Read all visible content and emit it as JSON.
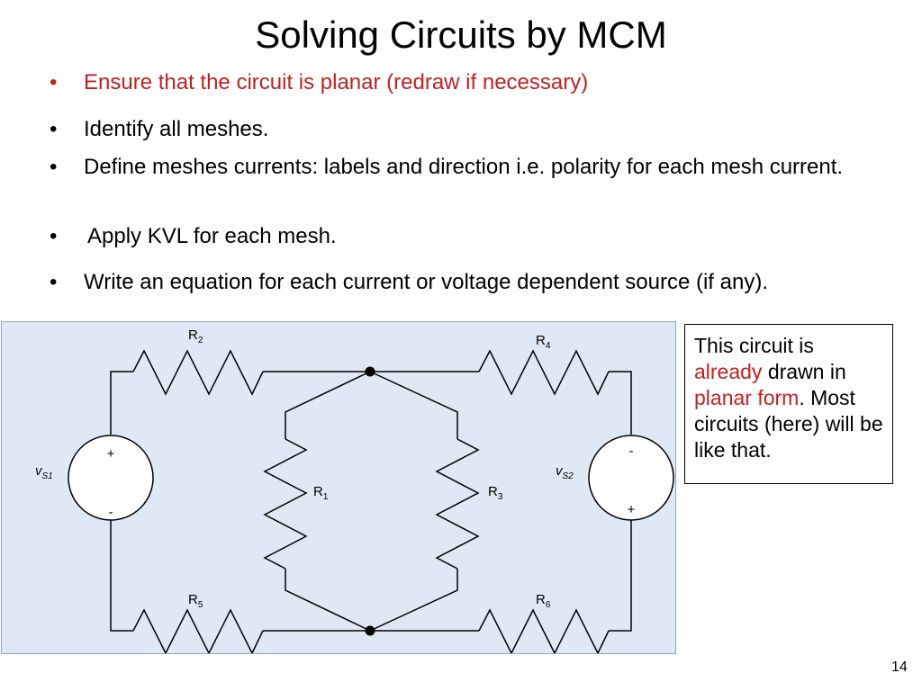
{
  "slide": {
    "title": "Solving Circuits by MCM",
    "page_number": "14",
    "bullet_symbol": "•"
  },
  "bullets": [
    {
      "text": "Ensure that the circuit is planar (redraw if necessary)",
      "color": "#c0211f"
    },
    {
      "text": "Identify all meshes."
    },
    {
      "text": "Define meshes currents: labels and direction i.e. polarity for each mesh current."
    },
    {
      "text": "Apply KVL for each mesh."
    },
    {
      "text": "Write an equation for each current or voltage dependent source (if any)."
    }
  ],
  "note": {
    "part1": "This circuit is ",
    "highlight1": "already",
    "part2": " drawn in ",
    "highlight2": "planar form",
    "part3": ". Most circuits (here) will be like that."
  },
  "circuit": {
    "background": "#dfe9f5",
    "resistors": [
      {
        "letter": "R",
        "sub": "1"
      },
      {
        "letter": "R",
        "sub": "2"
      },
      {
        "letter": "R",
        "sub": "3"
      },
      {
        "letter": "R",
        "sub": "4"
      },
      {
        "letter": "R",
        "sub": "5"
      },
      {
        "letter": "R",
        "sub": "6"
      }
    ],
    "sources": [
      {
        "letter": "v",
        "sub": "S1",
        "top_sign": "+",
        "bottom_sign": "-"
      },
      {
        "letter": "v",
        "sub": "S2",
        "top_sign": "-",
        "bottom_sign": "+"
      }
    ]
  }
}
